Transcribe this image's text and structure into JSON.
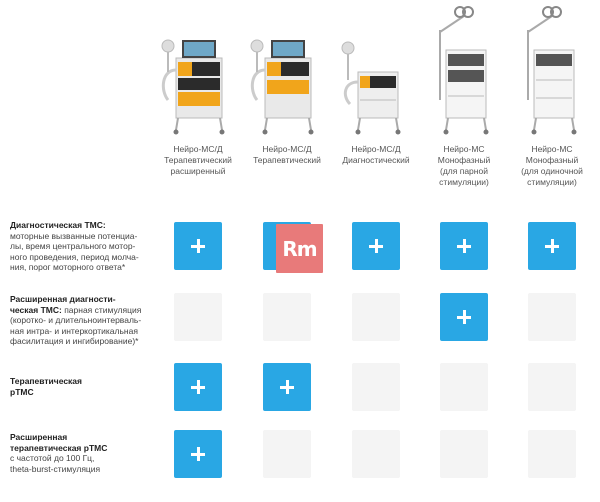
{
  "products": [
    {
      "label": "Нейро-МС/Д\nТерапевтический\nрасширенный"
    },
    {
      "label": "Нейро-МС/Д\nТерапевтический"
    },
    {
      "label": "Нейро-МС/Д\nДиагностический"
    },
    {
      "label": "Нейро-МС\nМонофазный\n(для парной\nстимуляции)"
    },
    {
      "label": "Нейро-МС\nМонофазный\n(для одиночной\nстимуляции)"
    }
  ],
  "rows": [
    {
      "title": "Диагностическая ТМС:",
      "desc": "моторные вызванные потенциа-\nлы, время центрального мотор-\nного проведения, период молча-\nния, порог моторного ответа*",
      "cells": [
        true,
        true,
        true,
        true,
        true
      ]
    },
    {
      "title": "Расширенная диагности-\nческая ТМС:",
      "desc": "парная стимуляция\n(коротко- и длительноинтерваль-\nная интра- и интеркортикальная\nфасилитация и ингибирование)*",
      "cells": [
        false,
        false,
        false,
        true,
        false
      ]
    },
    {
      "title": "Терапевтическая\nрТМС",
      "desc": "",
      "cells": [
        true,
        true,
        false,
        false,
        false
      ]
    },
    {
      "title": "Расширенная\nтерапевтическая рТМС",
      "desc": "с частотой до 100 Гц,\ntheta-burst-стимуляция",
      "cells": [
        true,
        false,
        false,
        false,
        false
      ]
    }
  ],
  "watermark": {
    "text": "Rm",
    "color": "#e87a7a"
  },
  "colors": {
    "included": "#29a7e4",
    "excluded": "#f4f4f4"
  }
}
